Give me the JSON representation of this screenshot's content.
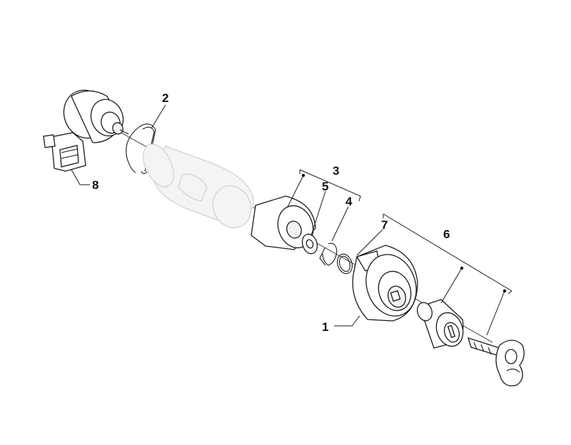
{
  "callouts": {
    "c1": "1",
    "c2": "2",
    "c3": "3",
    "c4": "4",
    "c5": "5",
    "c6": "6",
    "c7": "7",
    "c8": "8"
  },
  "colors": {
    "line": "#1a1a1a",
    "ghost_fill": "#f4f4f4",
    "ghost_stroke": "#c8c8c8",
    "background": "#ffffff"
  }
}
